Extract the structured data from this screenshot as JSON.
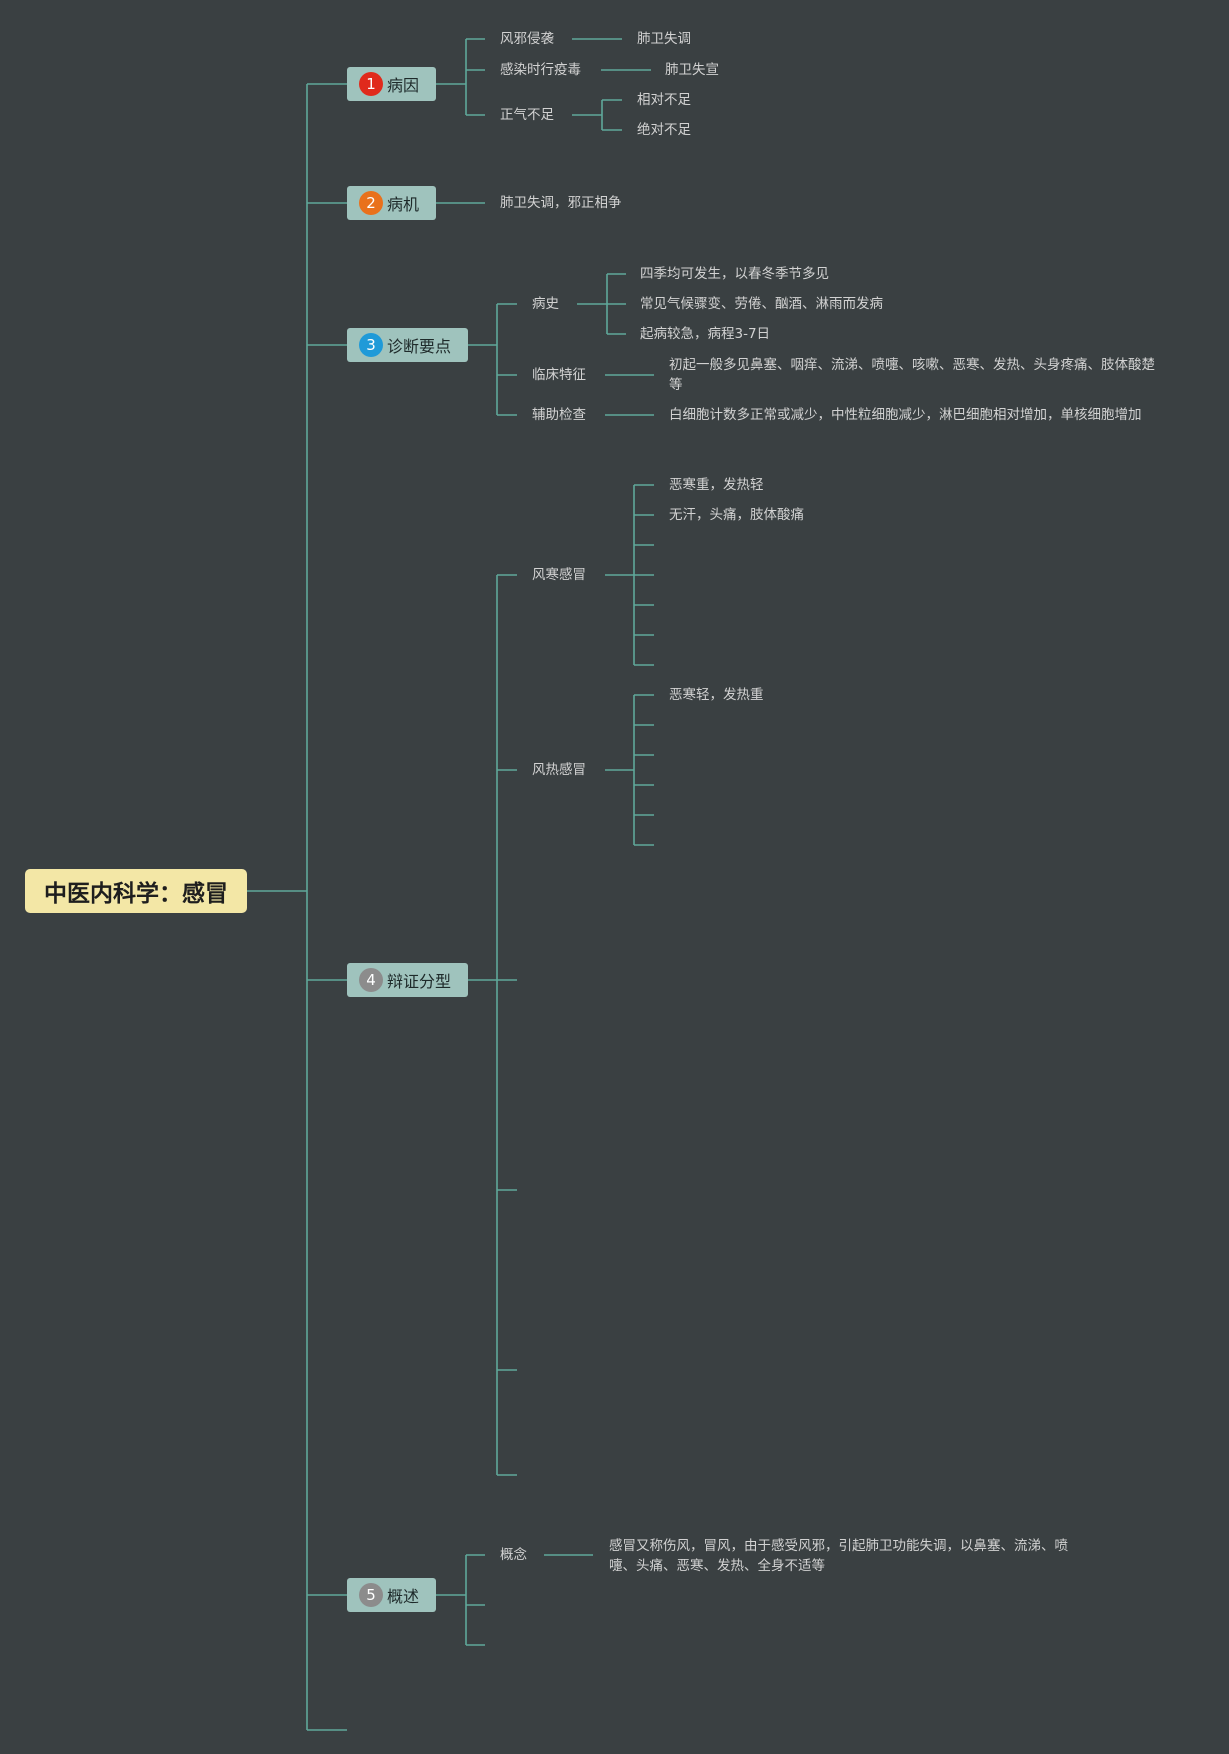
{
  "root": {
    "title": "中医内科学：感冒"
  },
  "colors": {
    "background": "#3a4042",
    "line": "#5fa89a",
    "root_fill": "#f3e7a6",
    "branch_fill": "#9fc3bd"
  },
  "branches": [
    {
      "badge": "1",
      "badge_color": "#e02a1c",
      "label": "病因",
      "children": [
        {
          "label": "风邪侵袭",
          "child": "肺卫失调"
        },
        {
          "label": "感染时行疫毒",
          "child": "肺卫失宣"
        },
        {
          "label": "正气不足",
          "children": [
            "相对不足",
            "绝对不足"
          ]
        }
      ]
    },
    {
      "badge": "2",
      "badge_color": "#e9711c",
      "label": "病机",
      "children": [
        {
          "label": "肺卫失调，邪正相争"
        }
      ]
    },
    {
      "badge": "3",
      "badge_color": "#1f9ad8",
      "label": "诊断要点",
      "children": [
        {
          "label": "病史",
          "children": [
            "四季均可发生，以春冬季节多见",
            "常见气候骤变、劳倦、酗酒、淋雨而发病",
            "起病较急，病程3-7日"
          ]
        },
        {
          "label": "临床特征",
          "child": "初起一般多见鼻塞、咽痒、流涕、喷嚏、咳嗽、恶寒、发热、头身疼痛、肢体酸楚等"
        },
        {
          "label": "辅助检查",
          "child": "白细胞计数多正常或减少，中性粒细胞减少，淋巴细胞相对增加，单核细胞增加"
        }
      ]
    },
    {
      "badge": "4",
      "badge_color": "#8c8c8c",
      "label": "辩证分型",
      "children": [
        {
          "label": "风寒感冒",
          "children": [
            "恶寒重，发热轻",
            "无汗，头痛，肢体酸痛",
            "",
            "",
            "",
            "",
            ""
          ]
        },
        {
          "label": "风热感冒",
          "children": [
            "恶寒轻，发热重",
            "",
            "",
            "",
            "",
            ""
          ]
        }
      ]
    },
    {
      "badge": "5",
      "badge_color": "#8c8c8c",
      "label": "概述",
      "children": [
        {
          "label": "概念",
          "child": "感冒又称伤风，冒风，由于感受风邪，引起肺卫功能失调，以鼻塞、流涕、喷嚏、头痛、恶寒、发热、全身不适等"
        }
      ]
    }
  ]
}
